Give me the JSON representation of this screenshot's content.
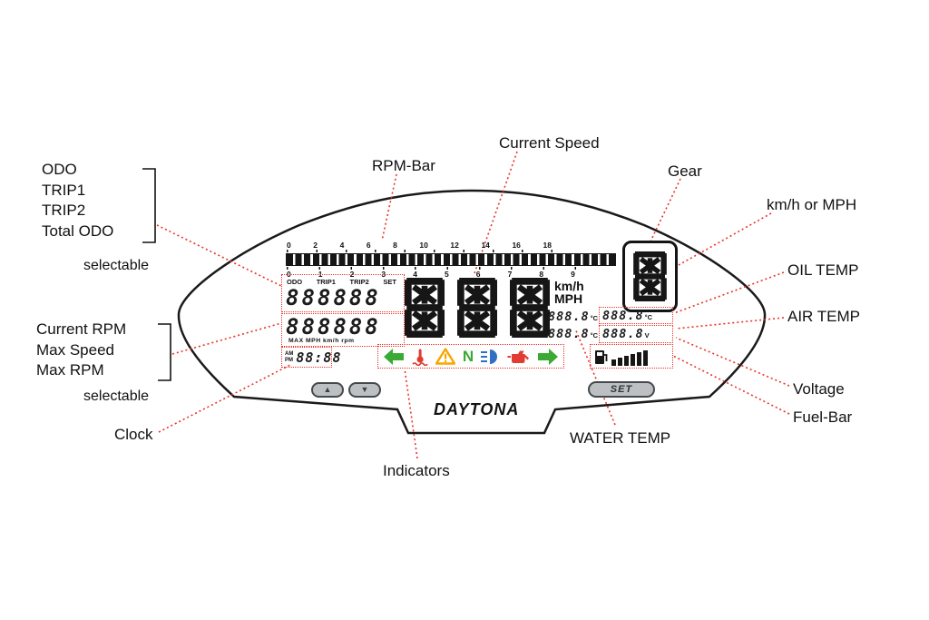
{
  "callouts": {
    "odo_group": {
      "line1": "ODO",
      "line2": "TRIP1",
      "line3": "TRIP2",
      "line4": "Total ODO",
      "note": "selectable"
    },
    "rpm_group": {
      "line1": "Current RPM",
      "line2": "Max Speed",
      "line3": "Max RPM",
      "note": "selectable"
    },
    "clock": "Clock",
    "rpm_bar": "RPM-Bar",
    "current_speed": "Current Speed",
    "gear": "Gear",
    "kmh_or_mph": "km/h or MPH",
    "oil_temp": "OIL TEMP",
    "air_temp": "AIR TEMP",
    "voltage": "Voltage",
    "fuel_bar": "Fuel-Bar",
    "water_temp": "WATER TEMP",
    "indicators": "Indicators"
  },
  "lcd": {
    "rpm_scale_top": [
      "0",
      "2",
      "4",
      "6",
      "8",
      "10",
      "12",
      "14",
      "16",
      "18"
    ],
    "rpm_scale_bottom": [
      "0",
      "1",
      "2",
      "3",
      "4",
      "5",
      "6",
      "7",
      "8",
      "9"
    ],
    "mode_labels": [
      "ODO",
      "TRIP1",
      "TRIP2",
      "SET"
    ],
    "odo_value": "888888",
    "multi_value": "888888",
    "multi_units": "MAX MPH km/h rpm",
    "speed_value": "888",
    "unit_kmh": "km/h",
    "unit_mph": "MPH",
    "gear_value": "8",
    "water_temp_value": "888.8",
    "water_temp_unit": "°C",
    "oil_temp_value": "888.8",
    "oil_temp_unit": "°C",
    "air_temp_value": "888.8",
    "air_temp_unit": "°C",
    "voltage_value": "888.8",
    "voltage_unit": "V",
    "clock_am": "AM",
    "clock_pm": "PM",
    "clock_value": "88:88",
    "neutral_indicator": "N"
  },
  "controls": {
    "up_icon": "▲",
    "down_icon": "▼",
    "set_button": "SET"
  },
  "brand": "DAYTONA",
  "colors": {
    "callout_line": "#e8332a",
    "lcd_segment": "#161616",
    "indicator_green": "#3aaa35",
    "indicator_amber": "#f7a600",
    "indicator_blue": "#2f6fc4",
    "indicator_red": "#e03c31"
  }
}
